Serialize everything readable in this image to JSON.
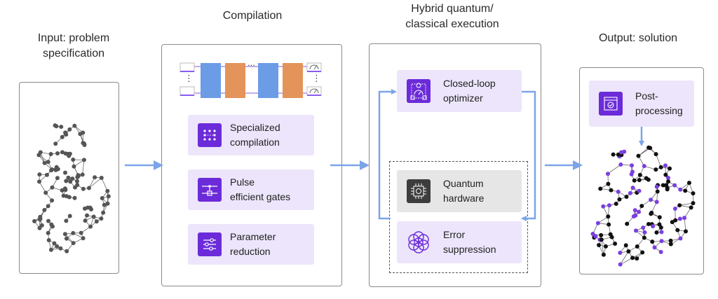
{
  "titles": {
    "input": "Input: problem\nspecification",
    "compilation": "Compilation",
    "hybrid": "Hybrid quantum/\nclassical execution",
    "output": "Output: solution"
  },
  "compilation_steps": [
    {
      "label": "Specialized\ncompilation",
      "icon": "dot-grid-icon"
    },
    {
      "label": "Pulse\nefficient gates",
      "icon": "pulse-gate-icon"
    },
    {
      "label": "Parameter\nreduction",
      "icon": "sliders-icon"
    }
  ],
  "circuit": {
    "ellipsis": "...",
    "vertical_ellipsis": "⋮",
    "gate_colors": [
      "#6c9ce6",
      "#e4945a"
    ]
  },
  "execution": {
    "optimizer": {
      "label": "Closed-loop\noptimizer",
      "icon": "gauge-cube-icon"
    },
    "hardware": {
      "label": "Quantum\nhardware",
      "icon": "chip-icon"
    },
    "suppression": {
      "label": "Error\nsuppression",
      "icon": "flower-icon"
    }
  },
  "output": {
    "postprocessing": {
      "label": "Post-\nprocessing",
      "icon": "checked-window-icon"
    }
  },
  "colors": {
    "accent": "#6c2bd9",
    "card": "#ece5fb",
    "arrow": "#7ca4e8",
    "graph_edge": "#666666",
    "node_gray": "#555555",
    "node_black": "#111111",
    "node_purple": "#7b3fe0"
  }
}
